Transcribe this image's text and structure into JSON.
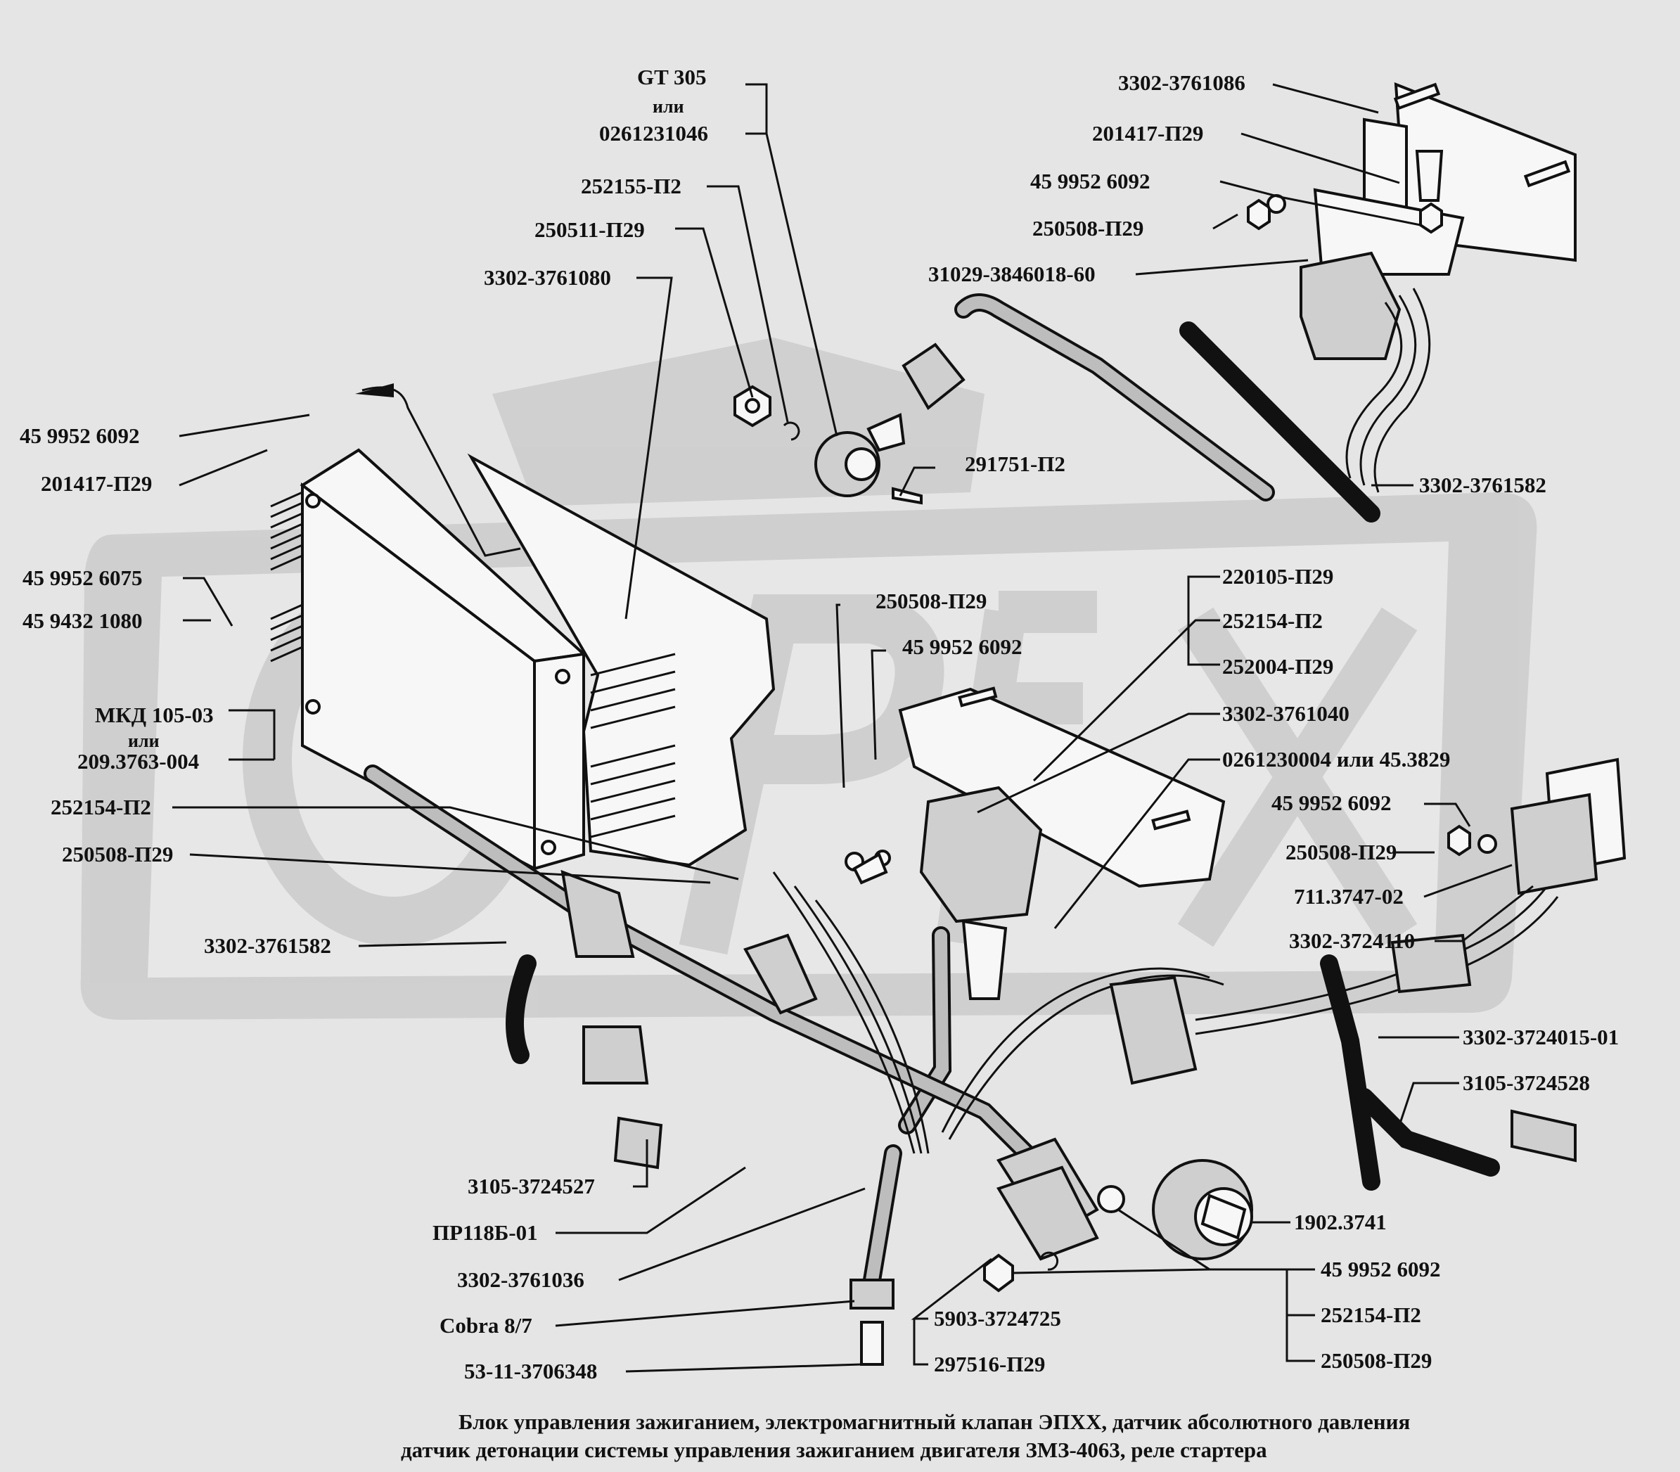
{
  "labels": {
    "gt305": "GT 305",
    "gt305_or": "или",
    "gt305_alt": "0261231046",
    "p252155": "252155-П2",
    "p250511": "250511-П29",
    "p3302_3761080": "3302-3761080",
    "tl_459952": "45  9952  6092",
    "tl_201417": "201417-П29",
    "l_459952_6075": "45  9952  6075",
    "l_459432_1080": "45  9432  1080",
    "mkd_1": "МКД 105-03",
    "mkd_or": "или",
    "mkd_2": "209.3763-004",
    "l_252154": "252154-П2",
    "l_250508": "250508-П29",
    "l_3302_3761582": "3302-3761582",
    "l_3105_3724527": "3105-3724527",
    "l_pr118": "ПР118Б-01",
    "l_3302_3761036": "3302-3761036",
    "l_cobra": "Cobra 8/7",
    "l_53_11": "53-11-3706348",
    "tr_3302_3761086": "3302-3761086",
    "tr_201417": "201417-П29",
    "tr_459952": "45  9952  6092",
    "tr_250508": "250508-П29",
    "tr_31029": "31029-3846018-60",
    "m_291751": "291751-П2",
    "r_3302_3761582": "3302-3761582",
    "m_250508": "250508-П29",
    "m_459952": "45  9952  6092",
    "r_220105": "220105-П29",
    "r_252154": "252154-П2",
    "r_252004": "252004-П29",
    "r_3302_3761040": "3302-3761040",
    "r_0261230004": "0261230004 или 45.3829",
    "r_459952": "45  9952  6092",
    "r_250508": "250508-П29",
    "r_711": "711.3747-02",
    "r_3302_3724110": "3302-3724110",
    "r_3302_3724015": "3302-3724015-01",
    "r_3105_3724528": "3105-3724528",
    "r_1902": "1902.3741",
    "b_459952": "45  9952  6092",
    "b_252154": "252154-П2",
    "b_250508": "250508-П29",
    "b_5903": "5903-3724725",
    "b_297516": "297516-П29"
  },
  "caption": {
    "line1": "Блок управления зажиганием, электромагнитный клапан ЭПХХ,  датчик абсолютного давления",
    "line2": "датчик детонации системы управления зажиганием двигателя ЗМЗ-4063, реле стартера"
  },
  "watermark": "ОРЕХ"
}
